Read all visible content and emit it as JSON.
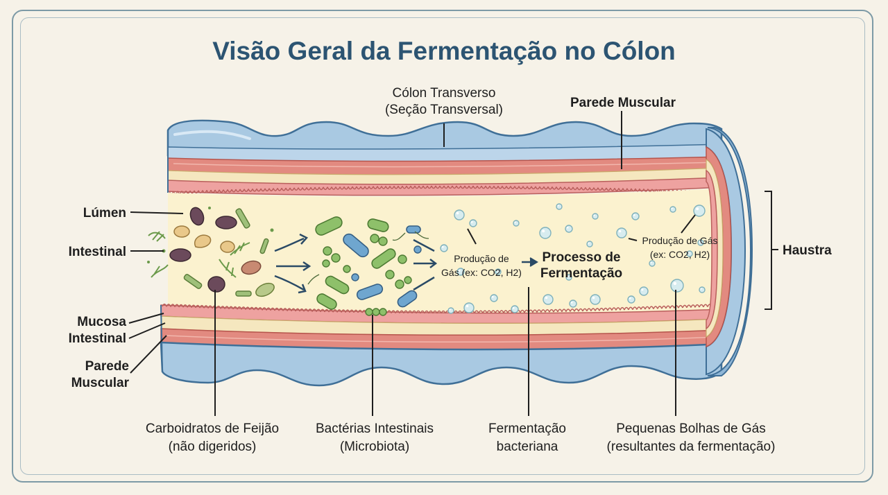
{
  "title": "Visão Geral da Fermentação no Cólon",
  "labels": {
    "colon_transverso_1": "Cólon Transverso",
    "colon_transverso_2": "(Seção Transversal)",
    "parede_muscular_top": "Parede Muscular",
    "lumen": "Lúmen",
    "intestinal": "Intestinal",
    "mucosa_1": "Mucosa",
    "mucosa_2": "Intestinal",
    "parede_1": "Parede",
    "parede_2": "Muscular",
    "haustra": "Haustra",
    "producao_gas_1_a": "Produção de",
    "producao_gas_1_b": "Gás (ex: CO2, H2)",
    "processo_1": "Processo de",
    "processo_2": "Fermentação",
    "producao_gas_2_a": "Produção de Gás",
    "producao_gas_2_b": "(ex: CO2, H2)",
    "carbo_1": "Carboidratos de Feijão",
    "carbo_2": "(não digeridos)",
    "bact_1": "Bactérias Intestinais",
    "bact_2": "(Microbiota)",
    "ferm_1": "Fermentação",
    "ferm_2": "bacteriana",
    "bolhas_1": "Pequenas Bolhas de Gás",
    "bolhas_2": "(resultantes da fermentação)"
  }
}
